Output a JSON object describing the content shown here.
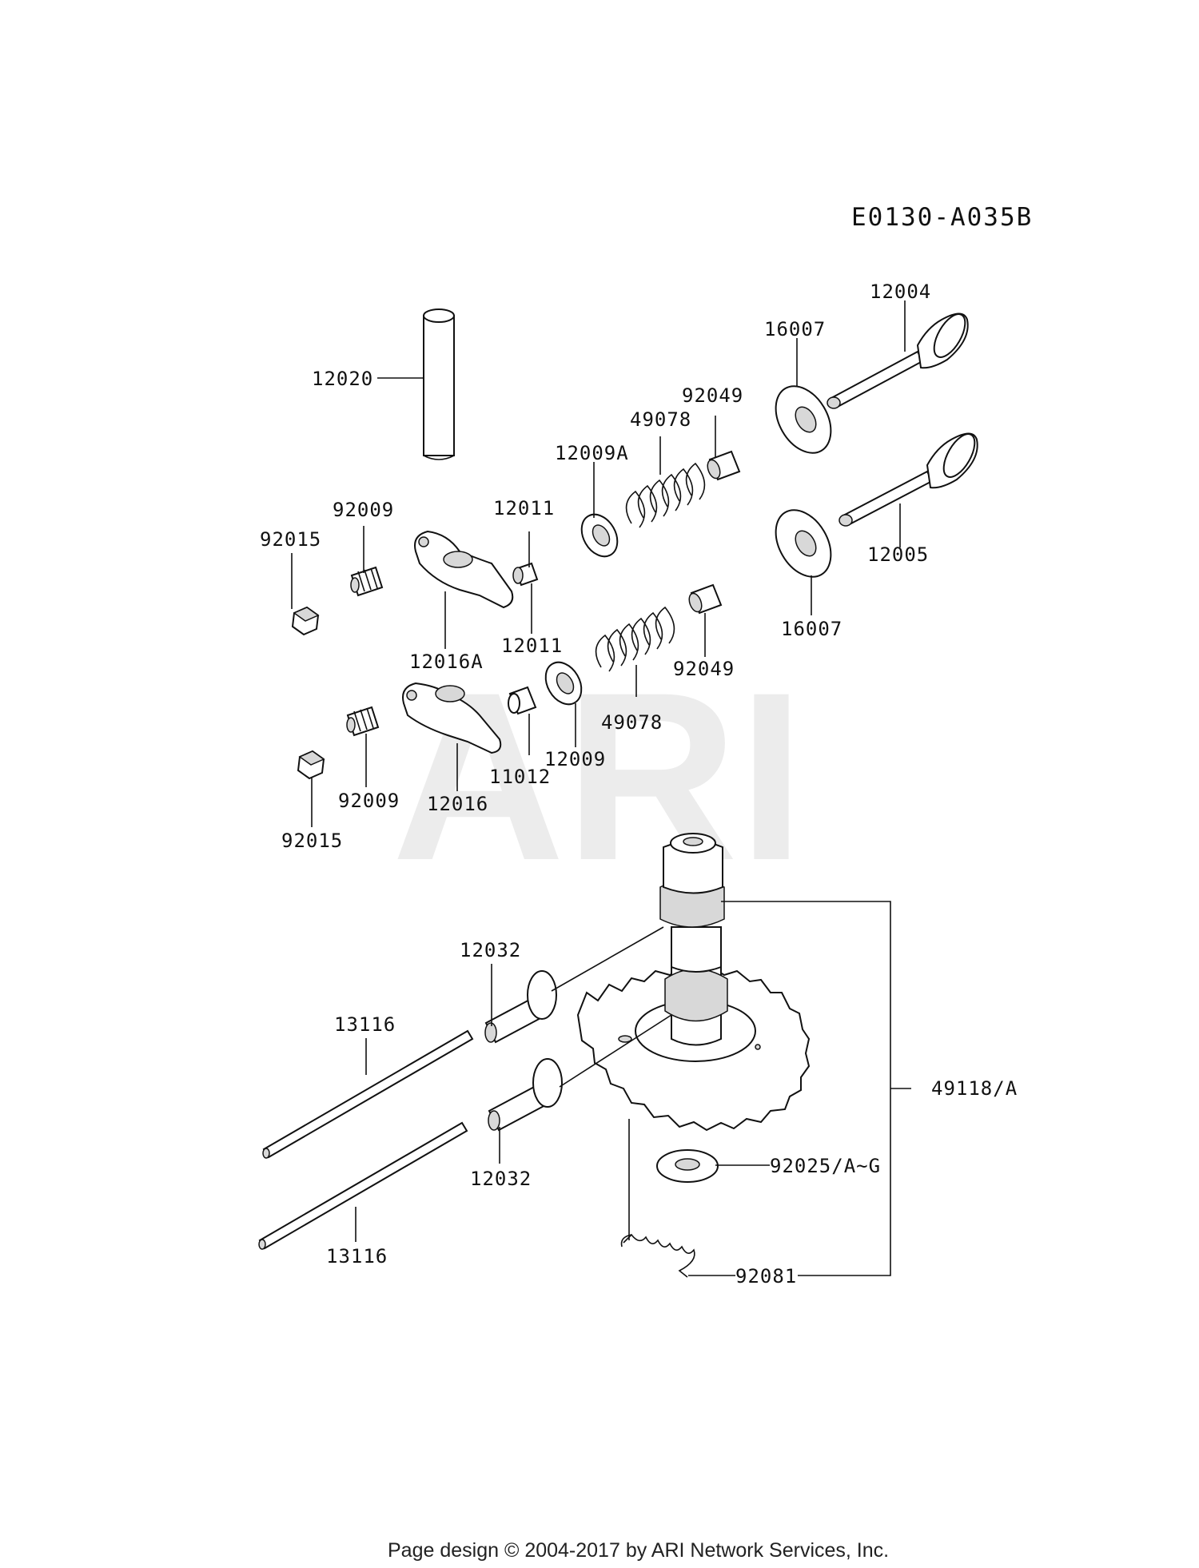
{
  "diagram_code": "E0130-A035B",
  "watermark": "ARI",
  "footer": "Page design © 2004-2017 by ARI Network Services, Inc.",
  "labels": {
    "p12004": "12004",
    "p16007_top": "16007",
    "p92049_top": "92049",
    "p49078_top": "49078",
    "p12009A": "12009A",
    "p12020": "12020",
    "p92009_top": "92009",
    "p92015_top": "92015",
    "p12011_top": "12011",
    "p12011_bot": "12011",
    "p12005": "12005",
    "p16007_bot": "16007",
    "p12016A": "12016A",
    "p92049_bot": "92049",
    "p49078_bot": "49078",
    "p12009": "12009",
    "p11012": "11012",
    "p92009_bot": "92009",
    "p12016": "12016",
    "p92015_bot": "92015",
    "p12032_top": "12032",
    "p13116_top": "13116",
    "p49118A": "49118/A",
    "p12032_bot": "12032",
    "p92025": "92025/A~G",
    "p13116_bot": "13116",
    "p92081": "92081"
  }
}
